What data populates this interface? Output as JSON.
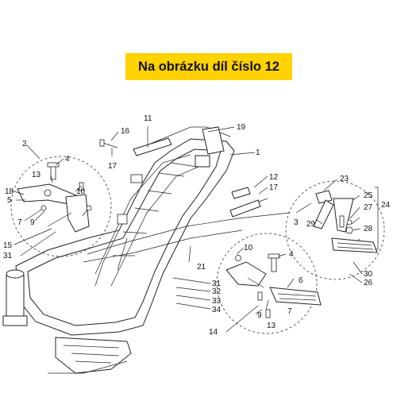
{
  "banner": {
    "text": "Na obrázku díl číslo 12",
    "color": "#ffd200"
  },
  "callouts": {
    "c1": "1",
    "c2": "2",
    "c3": "3",
    "c4a": "4",
    "c4b": "4",
    "c5": "5",
    "c6": "6",
    "c7a": "7",
    "c7b": "7",
    "c9a": "9",
    "c9b": "9",
    "c10a": "10",
    "c10b": "10",
    "c11": "11",
    "c12": "12",
    "c13a": "13",
    "c13b": "13",
    "c14": "14",
    "c15": "15",
    "c16": "16",
    "c17a": "17",
    "c17b": "17",
    "c18": "18",
    "c19": "19",
    "c21": "21",
    "c23": "23",
    "c24": "24",
    "c25": "25",
    "c26": "26",
    "c27": "27",
    "c28": "28",
    "c29": "29",
    "c30": "30",
    "c31a": "31",
    "c31b": "31",
    "c32": "32",
    "c33": "33",
    "c34": "34"
  }
}
